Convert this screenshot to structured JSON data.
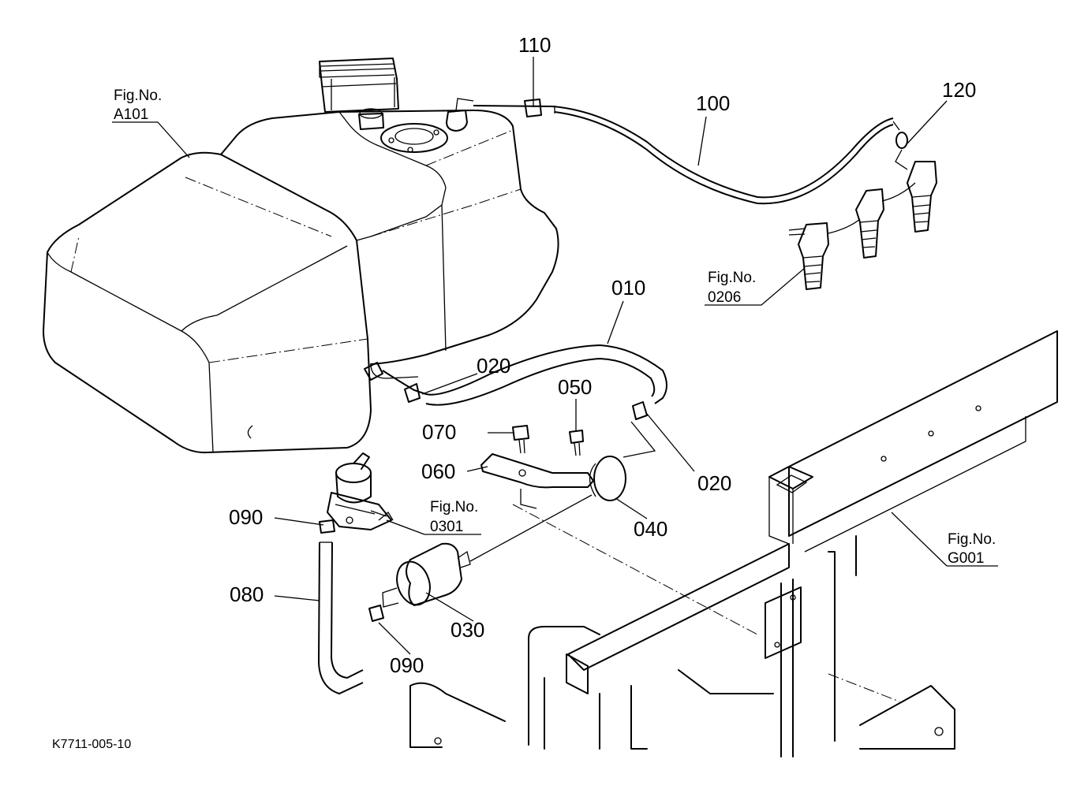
{
  "callouts": {
    "p010": "010",
    "p020_a": "020",
    "p020_b": "020",
    "p030": "030",
    "p040": "040",
    "p050": "050",
    "p060": "060",
    "p070": "070",
    "p080": "080",
    "p090_a": "090",
    "p090_b": "090",
    "p100": "100",
    "p110": "110",
    "p120": "120"
  },
  "figure_refs": {
    "a101": {
      "line1": "Fig.No.",
      "line2": "A101"
    },
    "f0206": {
      "line1": "Fig.No.",
      "line2": "0206"
    },
    "f0301": {
      "line1": "Fig.No.",
      "line2": "0301"
    },
    "g001": {
      "line1": "Fig.No.",
      "line2": "G001"
    }
  },
  "drawing_code": "K7711-005-10"
}
